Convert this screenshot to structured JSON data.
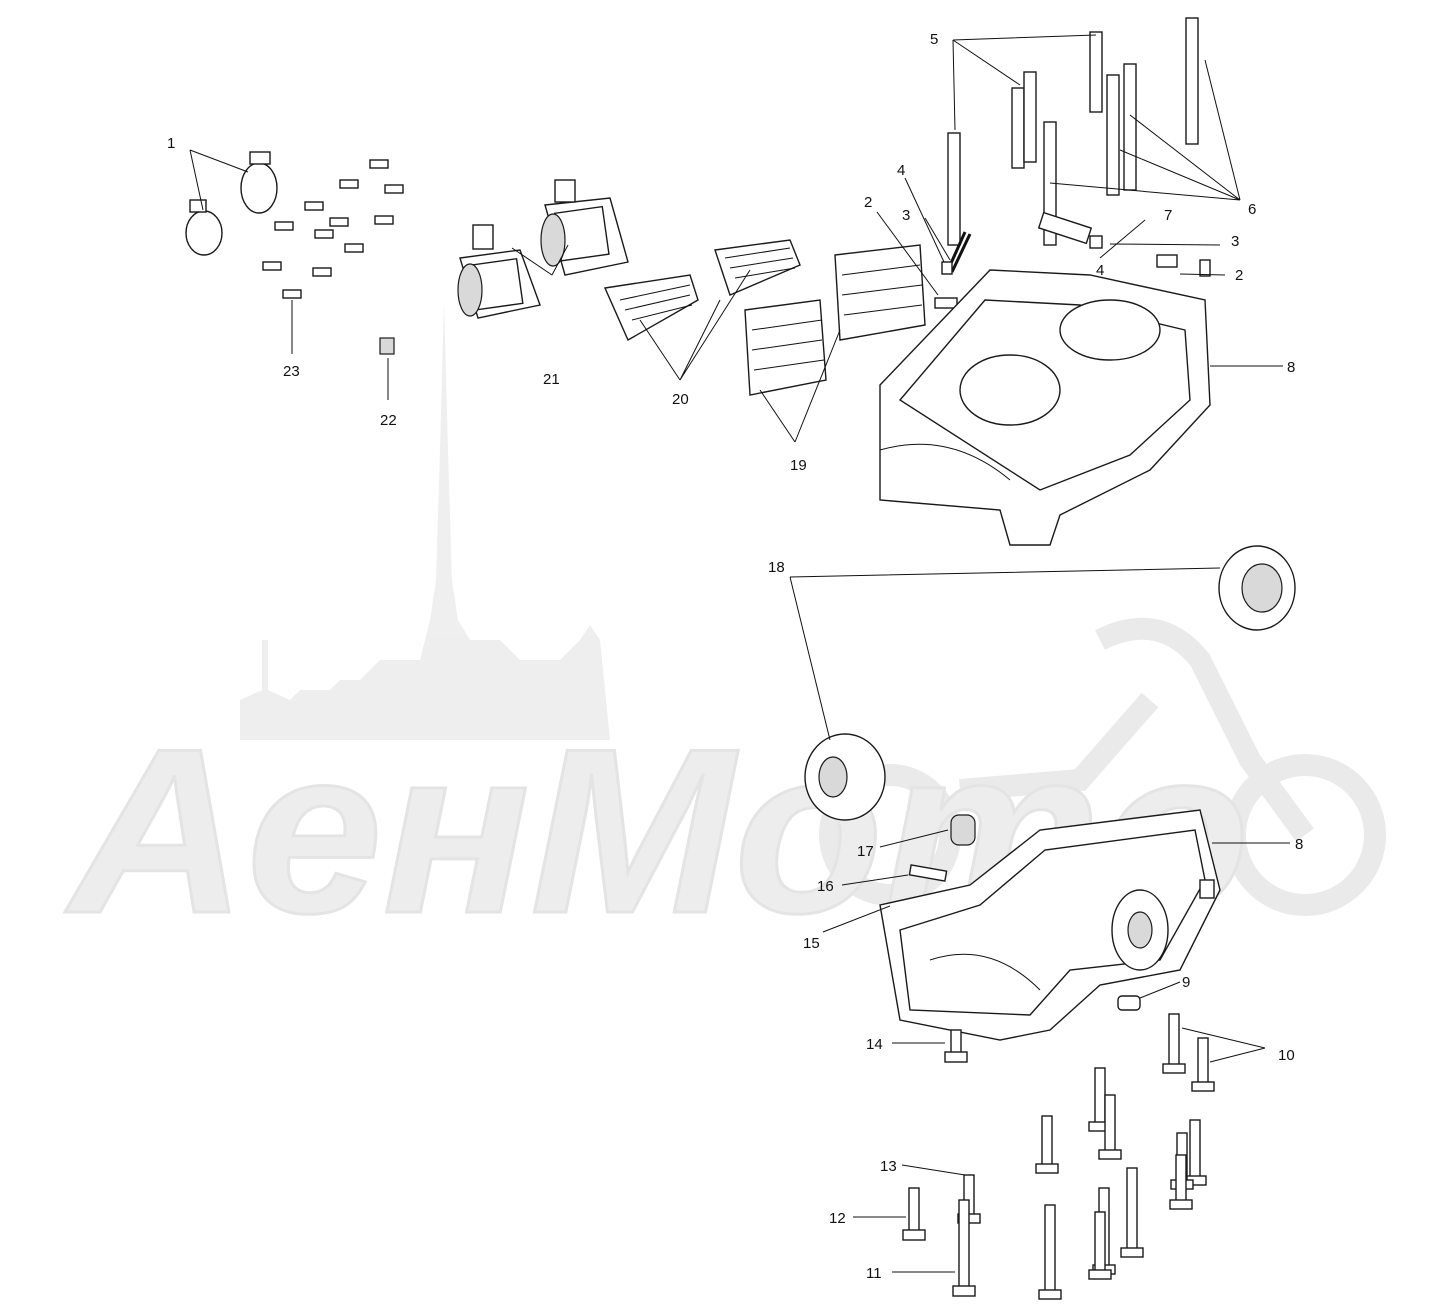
{
  "watermark": {
    "text": "AeнMoтo"
  },
  "callouts": {
    "c1": "1",
    "c2a": "2",
    "c2b": "2",
    "c3a": "3",
    "c3b": "3",
    "c4a": "4",
    "c4b": "4",
    "c5": "5",
    "c6": "6",
    "c7": "7",
    "c8a": "8",
    "c8b": "8",
    "c9": "9",
    "c10": "10",
    "c11": "11",
    "c12": "12",
    "c13": "13",
    "c14": "14",
    "c15": "15",
    "c16": "16",
    "c17": "17",
    "c18": "18",
    "c19": "19",
    "c20": "20",
    "c21": "21",
    "c22": "22",
    "c23": "23"
  },
  "colors": {
    "line": "#1a1a1a",
    "watermark": "#e6e6e6",
    "background": "#ffffff"
  }
}
